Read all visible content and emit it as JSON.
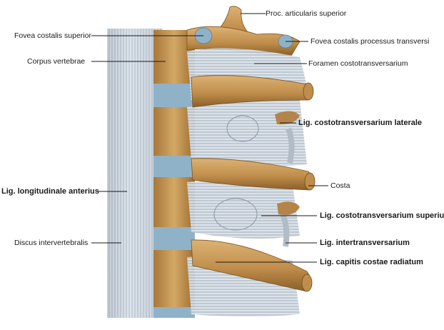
{
  "palette": {
    "bone": "#c79a55",
    "bone_dark": "#8a6228",
    "ligament": "#c9d3dc",
    "ligament_dark": "#8e9aa8",
    "cartilage": "#8fb2c8",
    "leader": "#1a1a1a"
  },
  "labels": {
    "proc_articularis_superior": "Proc. articularis superior",
    "fovea_costalis_superior": "Fovea costalis superior",
    "fovea_costalis_processus_transversi": "Fovea costalis processus transversi",
    "corpus_vertebrae": "Corpus vertebrae",
    "foramen_costotransversarium": "Foramen costotransversarium",
    "lig_costotransversarium_laterale": "Lig. costotransversarium laterale",
    "lig_longitudinale_anterius": "Lig. longitudinale anterius",
    "costa": "Costa",
    "lig_costotransversarium_superius": "Lig. costotransversarium superius",
    "discus_intervertebralis": "Discus intervertebralis",
    "lig_intertransversarium": "Lig. intertransversarium",
    "lig_capitis_costae_radiatum": "Lig. capitis costae radiatum"
  }
}
